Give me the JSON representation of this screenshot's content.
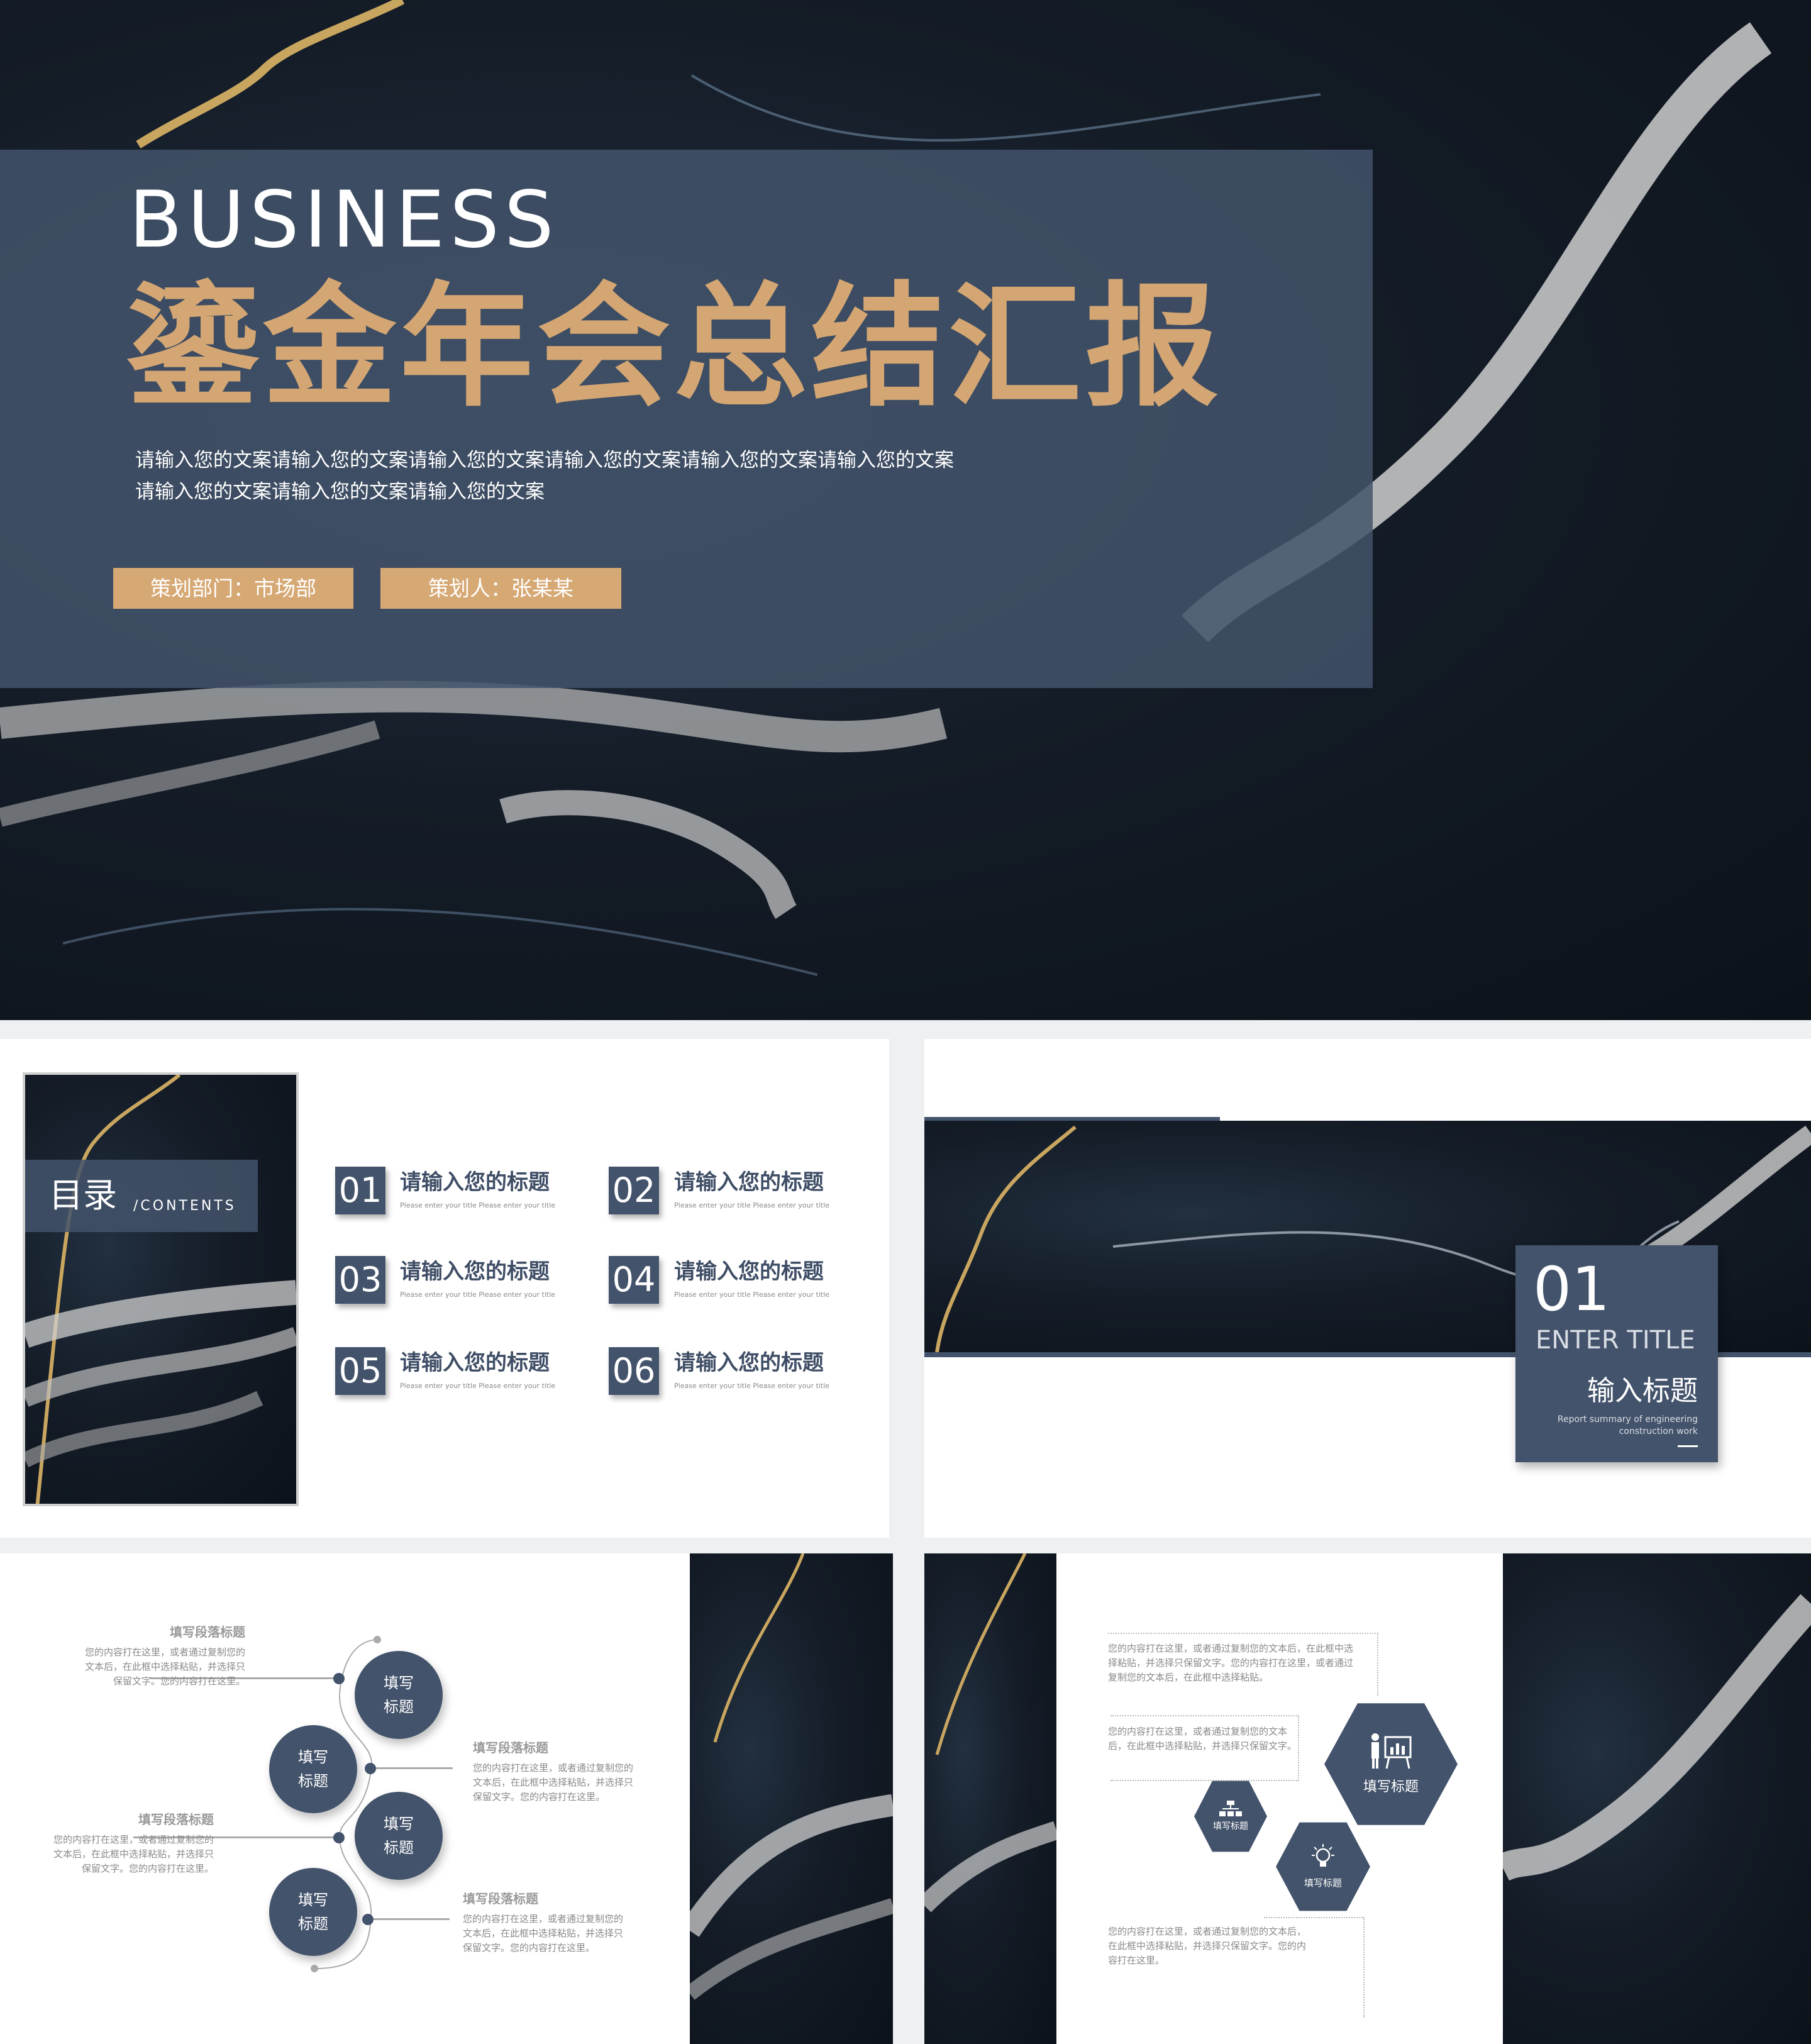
{
  "cover": {
    "english_title": "BUSINESS",
    "title": "鎏金年会总结汇报",
    "subtitle_lines": [
      "请输入您的文案请输入您的文案请输入您的文案请输入您的文案请输入您的文案请输入您的文案",
      "请输入您的文案请输入您的文案请输入您的文案"
    ],
    "tags": [
      "策划部门：市场部",
      "策划人：张某某"
    ],
    "colors": {
      "gold": "#d4a673",
      "navy": "#43536b",
      "tag": "#d6a874"
    }
  },
  "contents": {
    "heading": "目录",
    "heading_en": "/CONTENTS",
    "items": [
      {
        "num": "01",
        "title": "请输入您的标题",
        "sub": "Please enter your title Please enter your title"
      },
      {
        "num": "02",
        "title": "请输入您的标题",
        "sub": "Please enter your title Please enter your title"
      },
      {
        "num": "03",
        "title": "请输入您的标题",
        "sub": "Please enter your title Please enter your title"
      },
      {
        "num": "04",
        "title": "请输入您的标题",
        "sub": "Please enter your title Please enter your title"
      },
      {
        "num": "05",
        "title": "请输入您的标题",
        "sub": "Please enter your title Please enter your title"
      },
      {
        "num": "06",
        "title": "请输入您的标题",
        "sub": "Please enter your title Please enter your title"
      }
    ]
  },
  "section": {
    "num": "01",
    "en": "ENTER TITLE",
    "title": "输入标题",
    "desc_lines": [
      "Report summary of engineering",
      "construction work"
    ]
  },
  "timeline": {
    "circles": [
      [
        "填写",
        "标题"
      ],
      [
        "填写",
        "标题"
      ],
      [
        "填写",
        "标题"
      ],
      [
        "填写",
        "标题"
      ]
    ],
    "paras": [
      {
        "heading": "填写段落标题",
        "lines": [
          "您的内容打在这里，或者通过复制您的",
          "文本后，在此框中选择粘贴，并选择只",
          "保留文字。您的内容打在这里。"
        ]
      },
      {
        "heading": "填写段落标题",
        "lines": [
          "您的内容打在这里，或者通过复制您的",
          "文本后，在此框中选择粘贴，并选择只",
          "保留文字。您的内容打在这里。"
        ]
      },
      {
        "heading": "填写段落标题",
        "lines": [
          "您的内容打在这里，或者通过复制您的",
          "文本后，在此框中选择粘贴，并选择只",
          "保留文字。您的内容打在这里。"
        ]
      },
      {
        "heading": "填写段落标题",
        "lines": [
          "您的内容打在这里，或者通过复制您的",
          "文本后，在此框中选择粘贴，并选择只",
          "保留文字。您的内容打在这里。"
        ]
      }
    ]
  },
  "hexes": {
    "texts": [
      [
        "您的内容打在这里，或者通过复制您的文本后，在此框中选",
        "择粘贴，并选择只保留文字。您的内容打在这里，或者通过",
        "复制您的文本后，在此框中选择粘贴。"
      ],
      [
        "您的内容打在这里，或者通过复制您的文本",
        "后，在此框中选择粘贴，并选择只保留文字。"
      ],
      [
        "您的内容打在这里，或者通过复制您的文本后，",
        "在此框中选择粘贴，并选择只保留文字。您的内",
        "容打在这里。"
      ]
    ],
    "large_label": "填写标题",
    "small_label": "填写标题",
    "medium_label": "填写标题",
    "icons": [
      "presentation-icon",
      "org-chart-icon",
      "lightbulb-icon"
    ]
  }
}
